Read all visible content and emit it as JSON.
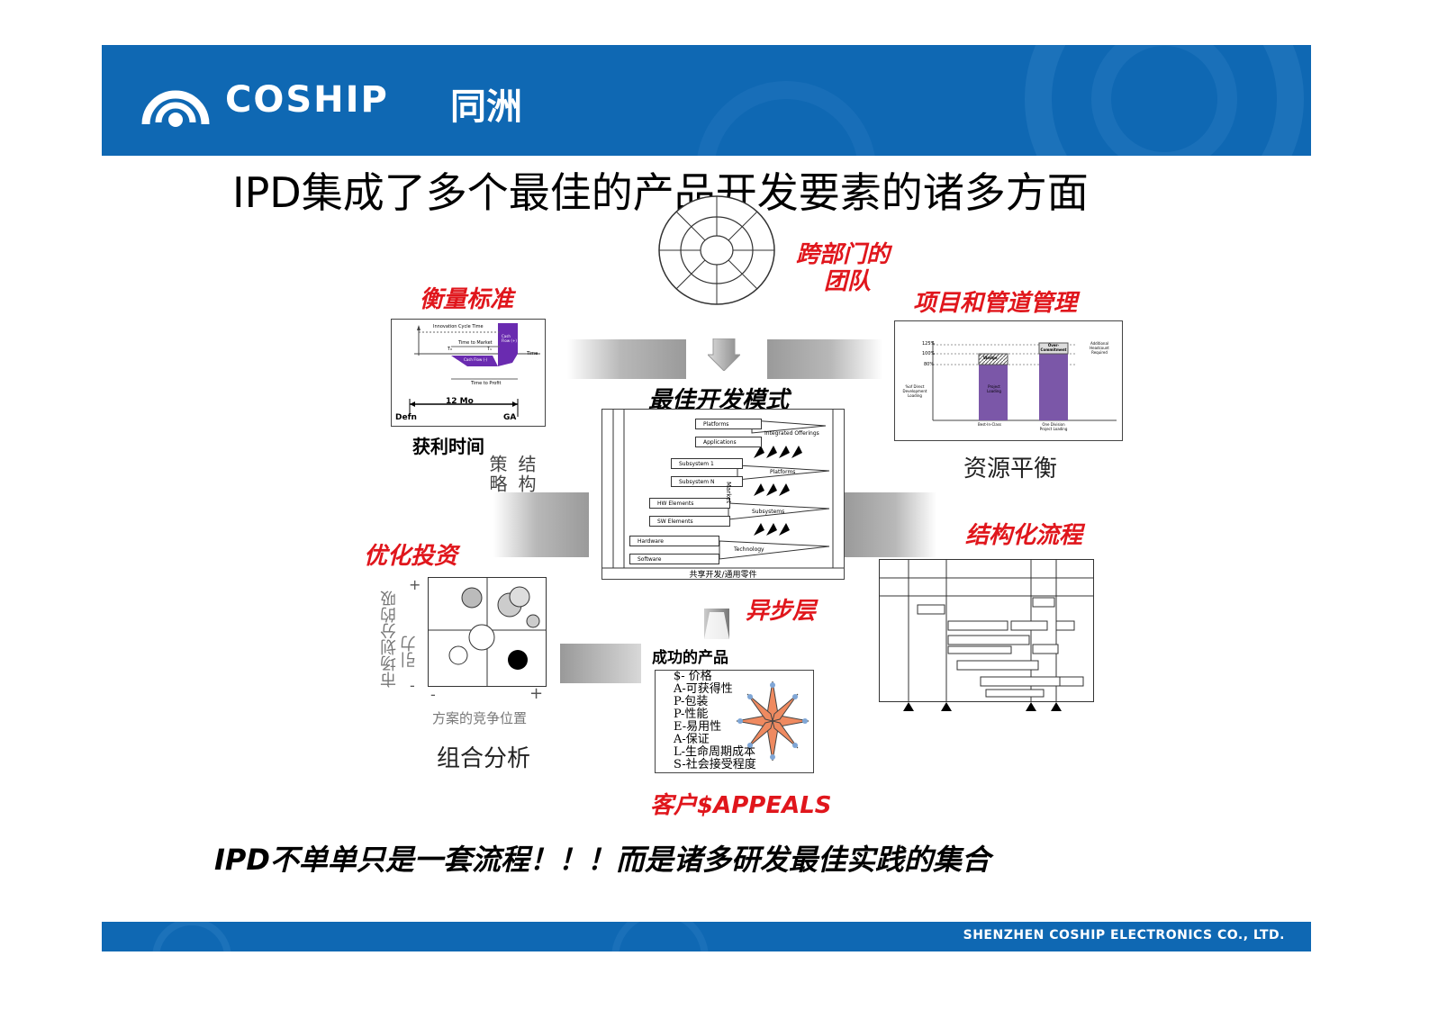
{
  "header": {
    "brand": "COSHIP",
    "brand_cn": "同洲"
  },
  "footer": {
    "company": "SHENZHEN COSHIP ELECTRONICS CO., LTD."
  },
  "title": "IPD集成了多个最佳的产品开发要素的诸多方面",
  "labels": {
    "cross_team": "跨部门的",
    "cross_team2": "团队",
    "metrics": "衡量标准",
    "project_pipeline": "项目和管道管理",
    "best_model": "最佳开发模式",
    "time_to_profit": "获利时间",
    "resource_balance": "资源平衡",
    "optimize_invest": "优化投资",
    "structured_process": "结构化流程",
    "async_layer": "异步层",
    "successful_product": "成功的产品",
    "customer_appeals": "客户$APPEALS",
    "portfolio": "组合分析",
    "strategy": "策略",
    "structure": "结构",
    "market_attract": "市场划分的吸",
    "market_attract2": "引力",
    "competitive_position": "方案的竞争位置",
    "plus": "+",
    "minus": "-"
  },
  "metrics_chart": {
    "innovation": "Innovation Cycle Time",
    "time_to_market": "Time to Market",
    "cash_flow_pos": "Cash Flow (+)",
    "cash_flow_neg": "Cash Flow (-)",
    "time_axis": "Time",
    "time_to_profit": "Time to Profit",
    "span": "12 Mo",
    "defn": "Defn",
    "ga": "GA",
    "t0": "T₀",
    "t1": "T₁"
  },
  "resource_chart": {
    "p125": "125%",
    "p100": "100%",
    "p80": "80%",
    "ylabel": "%of Direct Development Loading",
    "wedge": "Wedge",
    "project_loading": "Project Loading",
    "over_commitment": "Over-Commitment",
    "additional": "Additional Headcount Required",
    "bar1_label": "Best-In-Class",
    "bar2_label": "One Division Project Loading"
  },
  "model_diagram": {
    "platforms": "Platforms",
    "applications": "Applications",
    "integrated": "Integrated Offerings",
    "subsystem1": "Subsystem 1",
    "subsystemN": "Subsystem N",
    "platforms2": "Platforms",
    "hw": "HW Elements",
    "sw": "SW Elements",
    "subsystems": "Subsystems",
    "hardware": "Hardware",
    "software": "Software",
    "technology": "Technology",
    "market": "Market",
    "shared": "共享开发/通用零件"
  },
  "appeals": [
    "$- 价格",
    "A-可获得性",
    "P-包装",
    "P-性能",
    "E-易用性",
    "A-保证",
    "L-生命周期成本",
    "S-社会接受程度"
  ],
  "bottom_text": "IPD不单单只是一套流程！！！而是诸多研发最佳实践的集合"
}
